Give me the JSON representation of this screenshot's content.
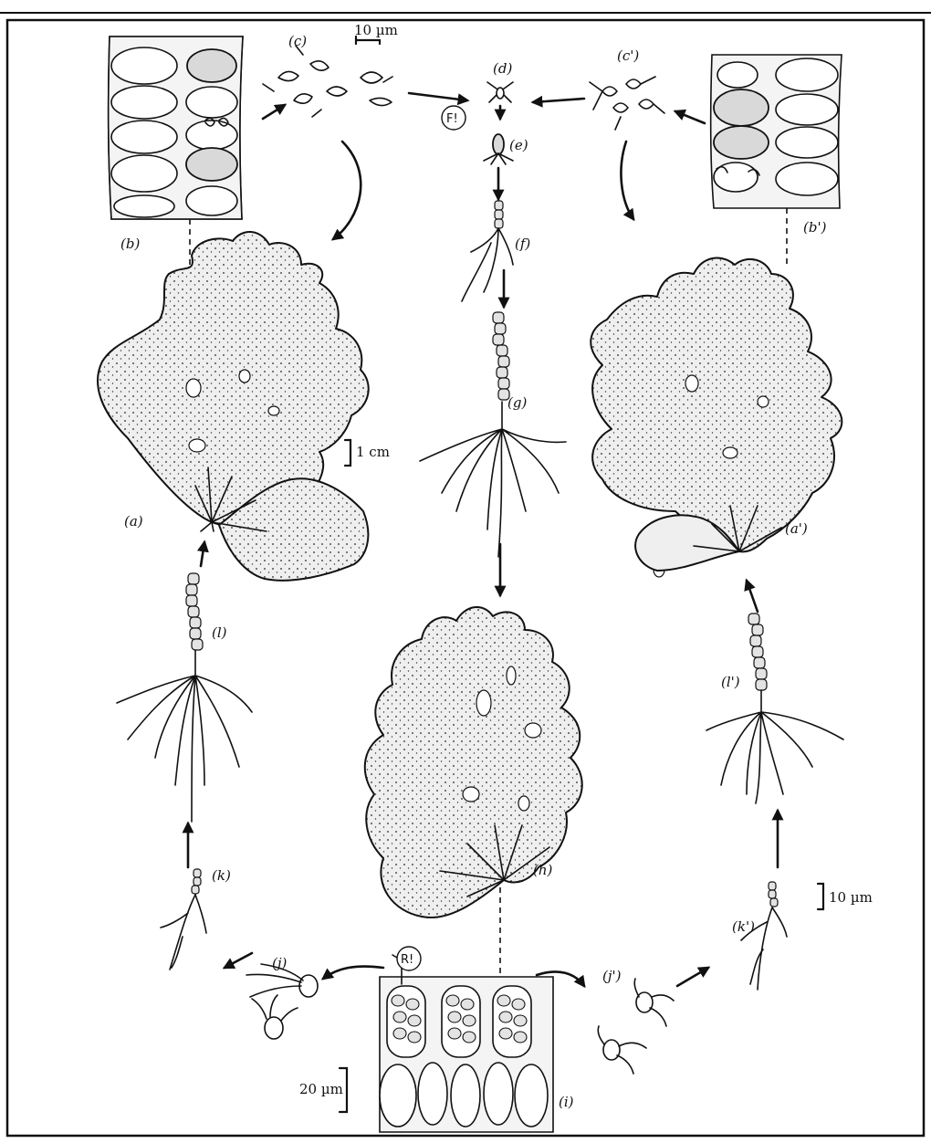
{
  "figure": {
    "stage_labels": {
      "a": "(a)",
      "a_prime": "(a')",
      "b": "(b)",
      "b_prime": "(b')",
      "c": "(c)",
      "c_prime": "(c')",
      "d": "(d)",
      "e": "(e)",
      "f": "(f)",
      "g": "(g)",
      "h": "(h)",
      "i": "(i)",
      "j": "(j)",
      "j_prime": "(j')",
      "k": "(k)",
      "k_prime": "(k')",
      "l": "(l)",
      "l_prime": "(l')"
    },
    "markers": {
      "fertilization": "F!",
      "meiosis": "R!"
    },
    "scale_bars": {
      "gamete": "10 µm",
      "thallus": "1 cm",
      "tissue": "20 µm",
      "germling": "10 µm"
    }
  }
}
